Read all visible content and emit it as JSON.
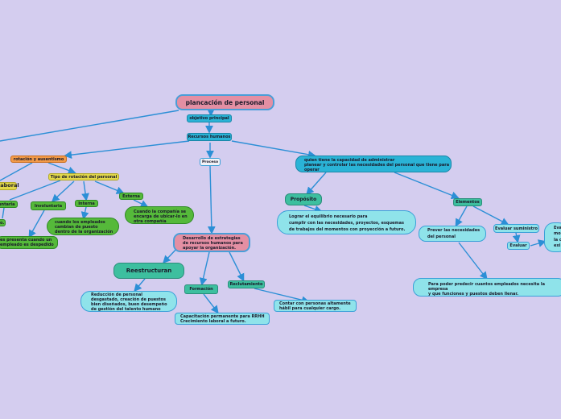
{
  "colors": {
    "background": "#d4cdef",
    "edge": "#2c8fd6",
    "pink": "#e48fa3",
    "teal": "#3dbf9f",
    "cyan": "#2ab3d6",
    "light_cyan": "#8fe3ea",
    "orange": "#f39a48",
    "yellow": "#e2d84a",
    "green": "#55b93a"
  },
  "nodes": {
    "root": "plancación de personal",
    "objetivo": "objetivo principal",
    "recursos": "Recursos humanos",
    "proceso": "Proceso",
    "quien": "quien tiene la capacidad de administrar\nplanear y controlar las necesidades del personal que tiene para\noperar",
    "rotacion": "rotación y ausentismo",
    "laboral": "laboral",
    "tipo_rotacion": "Tipo de rotación del personal",
    "voluntaria": "untaria",
    "involuntaria": "Involuntaria",
    "interna": "Interna",
    "externa": "Externa",
    "frag_small": "o.",
    "se_presenta": "es presenta cuando un\nempleado es despedido",
    "cuando_empleados": "cuando los empleados\ncambian de puesto\ndentro de la organización",
    "cuando_compania": "Cuando la compañía se\nencarga de ubicar-lo en\notra compañía",
    "desarrollo": "Desarrollo de estrategias\nde recursos humanos para\napoyar la organización.",
    "reestructuran": "Reestructuran",
    "reduccion": "Reducción de personal\ndesgastado, creación de puestos\nbien diseñados, buen desempeño\nde gestión del talento humano",
    "formacion": "Formación",
    "capacitacion": "Capacitación permanente para RRHH\nCrecimiento laboral a futuro.",
    "reclutamiento": "Reclutamiento",
    "contar": "Contar con personas altamente\nhábil para cualquier cargo.",
    "proposito": "Propósito",
    "lograr": "Lograr el equilibrio necesario para\ncumplir con las necesidades, proyectos, esquemas\nde trabajos del momentos con proyección a futuro.",
    "elementos": "Elementos",
    "prever": "Prever las necesidades\ndel personal",
    "para_poder": "Para poder predecir cuantos empleados necesita la empresa\ny que funciones y puestos deben llenar.",
    "evaluar_suministro": "Evaluar suministro",
    "evaluar": "Evaluar",
    "eva_cut": "Eva\nmo\nla c\nexi"
  }
}
